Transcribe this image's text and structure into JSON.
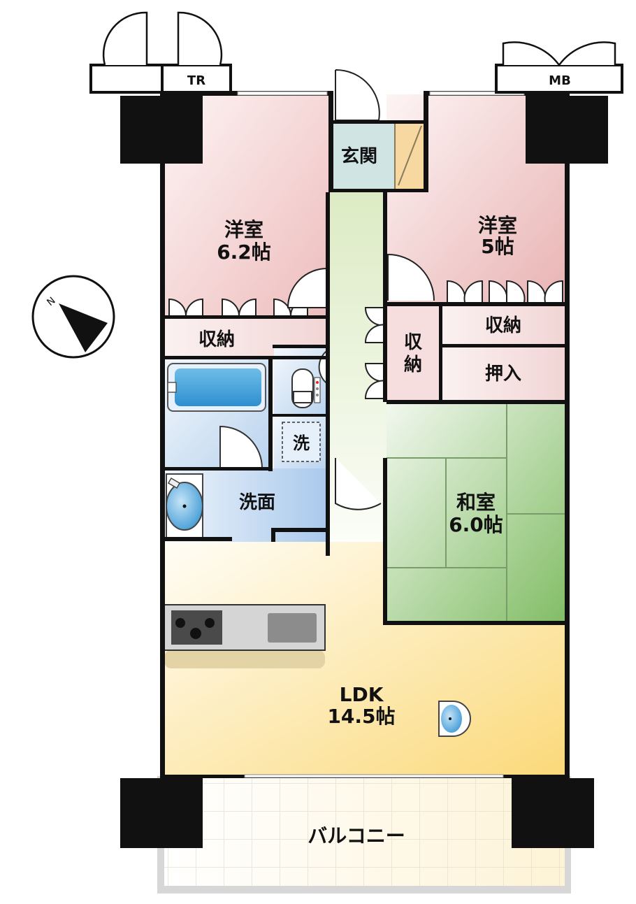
{
  "plan": {
    "rooms": {
      "western_room_1": {
        "name": "洋室",
        "size": "6.2帖"
      },
      "western_room_2": {
        "name": "洋室",
        "size": "5帖"
      },
      "japanese_room": {
        "name": "和室",
        "size": "6.0帖"
      },
      "ldk": {
        "name": "LDK",
        "size": "14.5帖"
      },
      "entrance": "玄関",
      "storage_1": "収納",
      "storage_2_line1": "収",
      "storage_2_line2": "納",
      "storage_3": "収納",
      "oshiire": "押入",
      "washroom": "洗面",
      "washer": "洗",
      "balcony": "バルコニー",
      "trunk_room": "TR",
      "meter_box": "MB"
    },
    "compass": {
      "label": "N"
    },
    "colors": {
      "wall": "#111111",
      "western_room": "#f2c9c9",
      "japanese_room": "#8fc47a",
      "ldk": "#fbe3a6",
      "bath": "#3a9bd6",
      "corridor": "#e8f2d6",
      "entrance_tile": "#c9e2e0",
      "kitchen_counter": "#e3d3a8"
    }
  }
}
